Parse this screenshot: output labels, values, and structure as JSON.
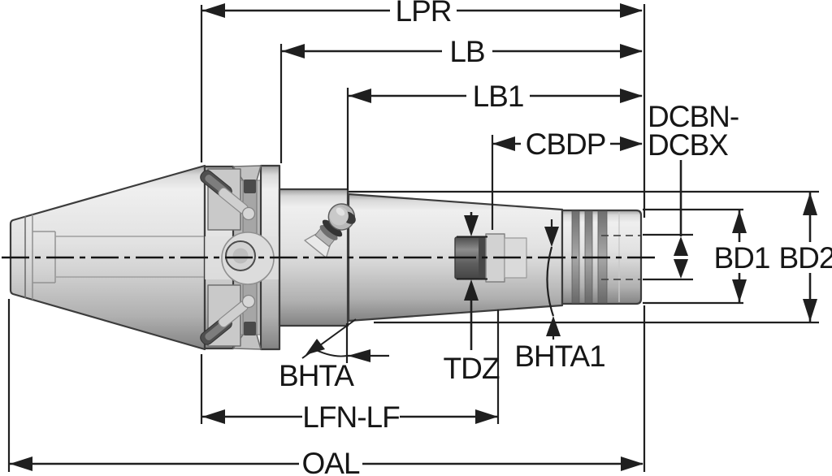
{
  "figure": {
    "type": "tool-holder-dimension-drawing",
    "description": "Parametric dimension diagram of a taper shank tool holder"
  },
  "colors": {
    "background": "#ffffff",
    "dimension_line": "#1f1f1f",
    "body_light": "#efefef",
    "body_dark": "#848484"
  },
  "dimensions": {
    "lpr": "LPR",
    "lb": "LB",
    "lb1": "LB1",
    "dcbn_dcbx_line1": "DCBN-",
    "dcbn_dcbx_line2": "DCBX",
    "cbdp": "CBDP",
    "bd1": "BD1",
    "bd2": "BD2",
    "tdz": "TDZ",
    "bhta": "BHTA",
    "bhta1": "BHTA1",
    "lfn_lf": "LFN-LF",
    "oal": "OAL"
  }
}
